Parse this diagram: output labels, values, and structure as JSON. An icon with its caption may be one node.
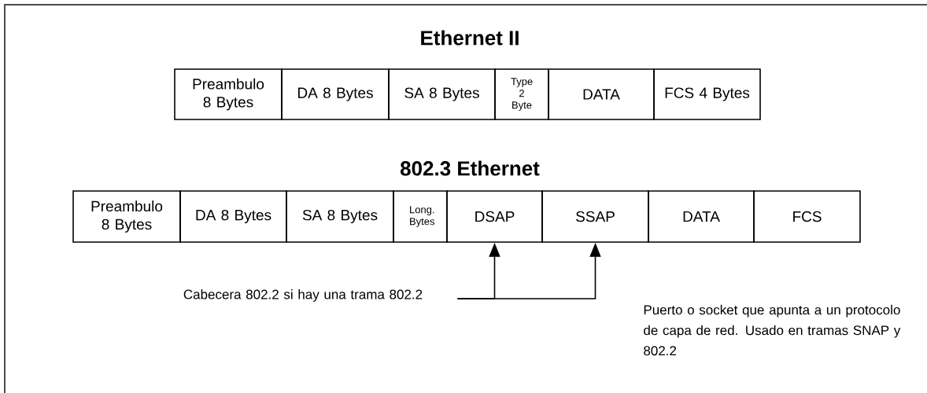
{
  "diagram": {
    "nodes": [
      {
        "text": [
          "Preambulo 8 Bytes"
        ]
      },
      {
        "text": [
          "DA 8 Bytes"
        ]
      },
      {
        "text": [
          "SA 8 Bytes"
        ]
      },
      {
        "text": [
          "Type 2 Byte"
        ]
      },
      {
        "text": [
          "DATA"
        ]
      },
      {
        "text": [
          "FCS 4 Bytes"
        ]
      },
      {
        "text": [
          "Preambulo 8 Bytes"
        ]
      },
      {
        "text": [
          "DA 8 Bytes"
        ]
      },
      {
        "text": [
          "SA 8 Bytes"
        ]
      },
      {
        "text": [
          "Long. Bytes"
        ]
      },
      {
        "text": [
          "DSAP"
        ]
      },
      {
        "text": [
          "SSAP"
        ]
      },
      {
        "text": [
          "DATA"
        ]
      },
      {
        "text": [
          "FCS"
        ]
      },
      {
        "text": [
          "Cabecera 802.2 si hay una trama 802.2"
        ]
      }
    ],
    "edges": [
      {
        "from": 14,
        "to": 10,
        "arrow": "to"
      },
      {
        "from": 14,
        "to": 11,
        "arrow": "to"
      }
    ],
    "labels": [
      "Ethernet II",
      "802.3 Ethernet",
      "Puerto o socket que apunta a un protocolo de capa de red. Usado en tramas SNAP y 802.2"
    ]
  }
}
